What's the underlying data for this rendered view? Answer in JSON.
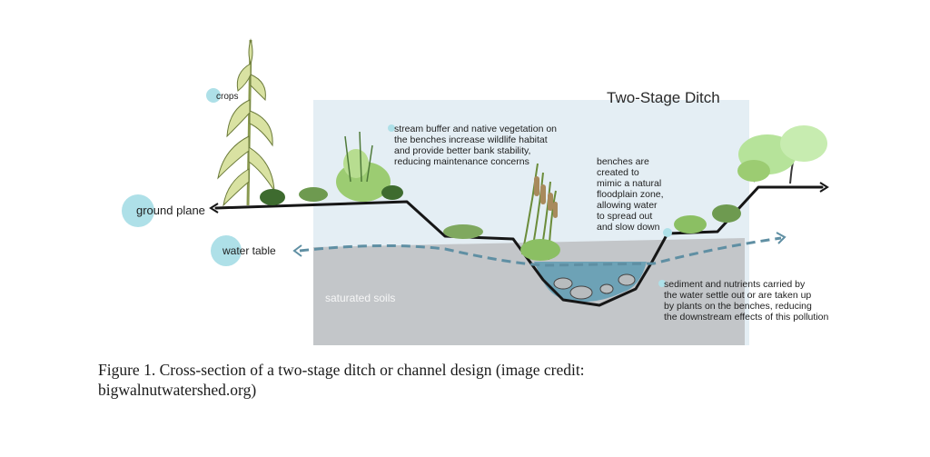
{
  "diagram": {
    "title": "Two-Stage Ditch",
    "labels": {
      "crops": "crops",
      "ground_plane": "ground plane",
      "water_table": "water table",
      "saturated_soils": "saturated soils"
    },
    "notes": {
      "stream_buffer": [
        "stream buffer and native vegetation on",
        "the benches increase wildlife habitat",
        "and provide better bank stability,",
        "reducing maintenance concerns"
      ],
      "benches": [
        "benches are",
        "created to",
        "mimic a natural",
        "floodplain zone,",
        "allowing water",
        "to spread out",
        "and slow down"
      ],
      "sediment": [
        "sediment and nutrients carried by",
        "the water settle out or are taken up",
        "by plants on the benches, reducing",
        "the downstream effects of this pollution"
      ]
    },
    "colors": {
      "panel": "#e4eef4",
      "soil": "#c3c6c9",
      "water": "#5e9bb3",
      "bubble": "#aee0e8",
      "plant": "#9ccc72",
      "dark_plant": "#4f7a3a"
    }
  },
  "caption": {
    "line1": "Figure 1.  Cross-section of a two-stage ditch or channel design (image credit:",
    "line2": "bigwalnutwatershed.org)"
  }
}
